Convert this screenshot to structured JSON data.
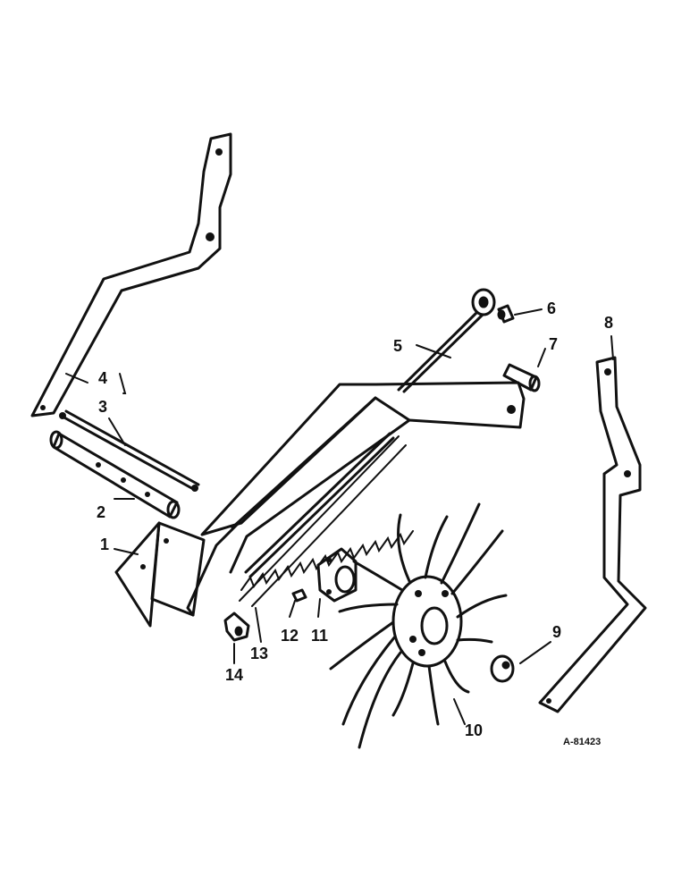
{
  "callouts": [
    "1",
    "2",
    "3",
    "4",
    "5",
    "6",
    "7",
    "8",
    "9",
    "10",
    "11",
    "12",
    "13",
    "14"
  ],
  "document_id": "A-81423"
}
